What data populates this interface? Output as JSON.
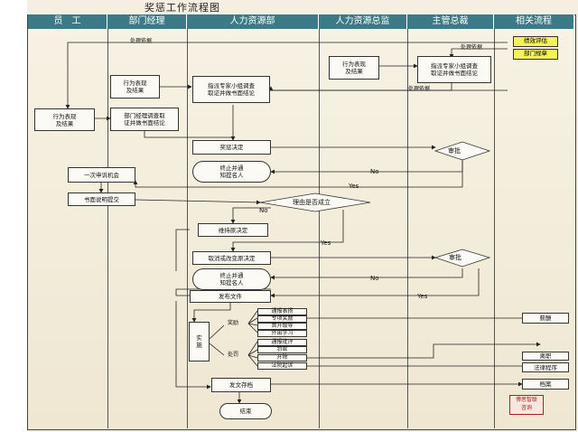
{
  "title": "奖惩工作流程图",
  "lanes": [
    "员　工",
    "部门经理",
    "人力资源部",
    "人力资源总监",
    "主管总裁",
    "相关流程"
  ],
  "nodes": {
    "emp_behavior": "行为表现\n及结果",
    "dept_behavior": "行为表现\n及结果",
    "dept_investigate": "部门经理调查取\n证并做书面结论",
    "hr_investigate": "指派专家小组调查\n取证并做书面结论",
    "director_behavior": "行为表现\n及结果",
    "ceo_investigate": "指派专家小组调查\n取证并做书面结论",
    "reward_decision": "奖惩决定",
    "terminate_notice_1": "终止并通\n知提名人",
    "approve_1": "审批",
    "appeal": "一次申诉机会",
    "written_appeal": "书面说明提交",
    "reason_valid": "理由是否成立",
    "keep_decision": "维持原决定",
    "change_decision": "取消或改变原决定",
    "approve_2": "审批",
    "terminate_notice_2": "终止并通\n知提名人",
    "publish": "发布文件",
    "implement": "实\n施",
    "reward": "奖励",
    "punish": "处罚",
    "r1": "通报表扬",
    "r2": "专项奖励",
    "r3": "晋升级导",
    "r4": "外出学习",
    "p1": "通报批评",
    "p2": "罚款",
    "p3": "开除",
    "p4": "法院起诉",
    "archive": "发文存档",
    "end": "结束",
    "rel_salary": "薪酬",
    "rel_leave": "离职",
    "rel_legal": "法律程序",
    "rel_archive": "档案",
    "note_perf": "绩效评估",
    "note_dept": "部门规章"
  },
  "labels": {
    "basis1": "处理依据",
    "basis2": "处理依据",
    "basis3": "处理依据",
    "no1": "No",
    "yes1": "Yes",
    "no2": "No",
    "yes2": "Yes",
    "no3": "No",
    "yes3": "Yes"
  },
  "seal": "博思智联\n咨询"
}
